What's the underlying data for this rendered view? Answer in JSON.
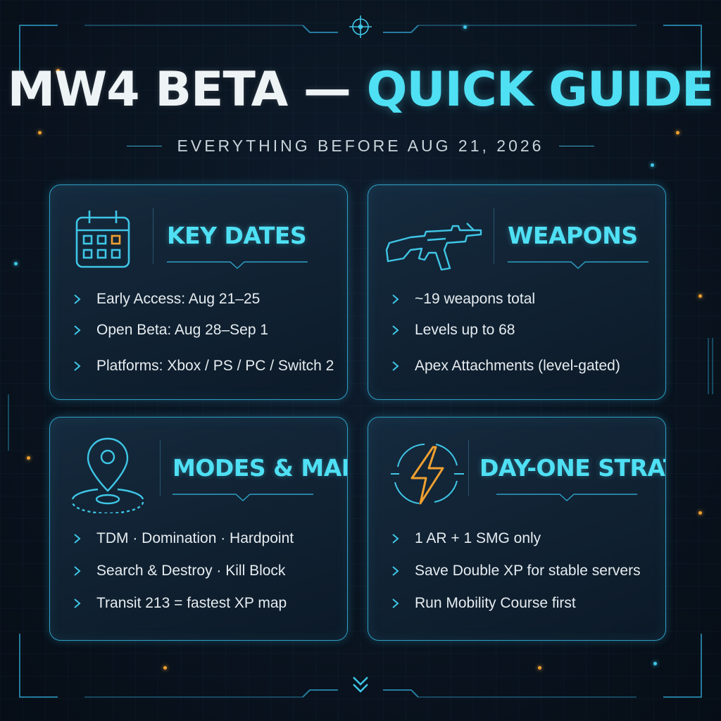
{
  "header": {
    "title_main": "MW4 BETA —",
    "title_accent": "QUICK GUIDE",
    "subtitle": "EVERYTHING BEFORE AUG 21, 2026"
  },
  "colors": {
    "accent": "#4fe0f4",
    "panel_border": "#2f9fc4",
    "highlight_orange": "#f0a030",
    "background": "#0a1420"
  },
  "cards": [
    {
      "title": "KEY DATES",
      "icon": "calendar-icon",
      "items": [
        "Early Access: Aug 21–25",
        "Open Beta: Aug 28–Sep 1",
        "Platforms: Xbox / PS / PC / Switch 2"
      ]
    },
    {
      "title": "WEAPONS",
      "icon": "assault-rifle-icon",
      "items": [
        "~19 weapons total",
        "Levels up to 68",
        "Apex Attachments (level-gated)"
      ]
    },
    {
      "title": "MODES & MAPS",
      "icon": "map-pin-icon",
      "items": [
        "TDM · Domination · Hardpoint",
        "Search & Destroy · Kill Block",
        "Transit 213 = fastest XP map"
      ]
    },
    {
      "title": "DAY-ONE STRATEGY",
      "icon": "lightning-bolt-icon",
      "items": [
        "1 AR + 1 SMG only",
        "Save Double XP for stable servers",
        "Run Mobility Course first"
      ]
    }
  ]
}
